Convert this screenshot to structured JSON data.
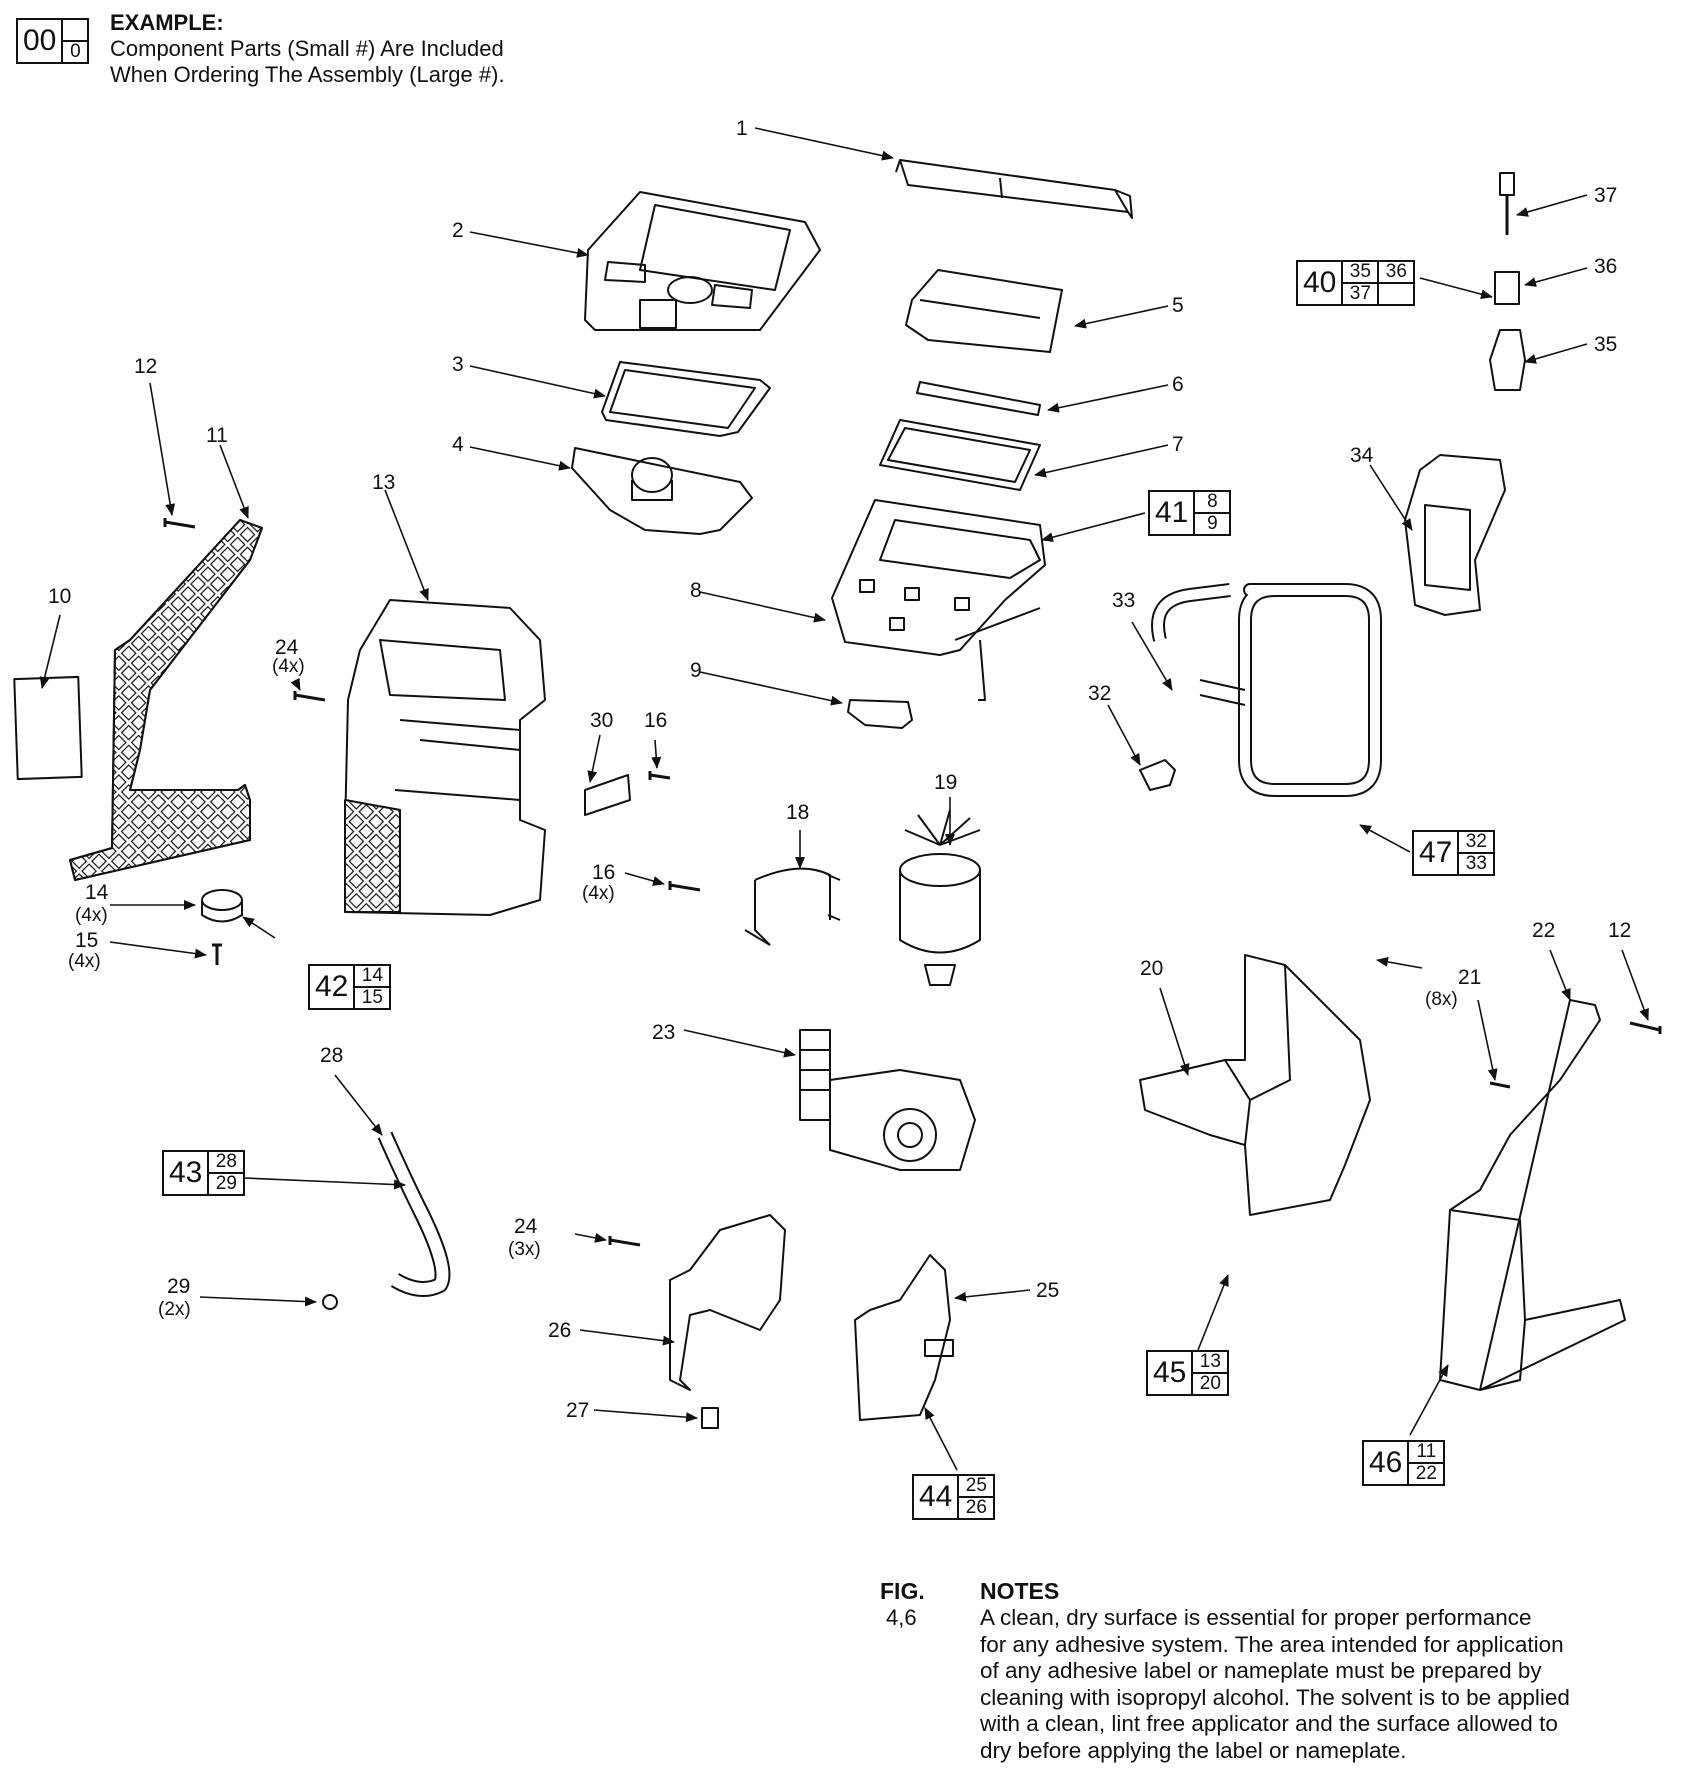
{
  "legend": {
    "big": "00",
    "small": "0",
    "title": "EXAMPLE:",
    "line1": "Component Parts (Small #) Are Included",
    "line2": "When Ordering The Assembly (Large #)."
  },
  "labels": [
    "1",
    "2",
    "3",
    "4",
    "5",
    "6",
    "7",
    "8",
    "9",
    "10",
    "11",
    "12",
    "13",
    "14",
    "15",
    "16",
    "16",
    "18",
    "19",
    "20",
    "21",
    "22",
    "23",
    "24",
    "24",
    "25",
    "26",
    "27",
    "28",
    "29",
    "30",
    "32",
    "33",
    "34",
    "35",
    "36",
    "37",
    "12"
  ],
  "quantities": [
    "(4x)",
    "(4x)",
    "(4x)",
    "(4x)",
    "(3x)",
    "(8x)",
    "(2x)"
  ],
  "assemblies": [
    {
      "number": "40",
      "cols": [
        [
          "35",
          "37"
        ],
        [
          "36",
          ""
        ]
      ]
    },
    {
      "number": "41",
      "cols": [
        [
          "8",
          "9"
        ]
      ]
    },
    {
      "number": "42",
      "cols": [
        [
          "14",
          "15"
        ]
      ]
    },
    {
      "number": "43",
      "cols": [
        [
          "28",
          "29"
        ]
      ]
    },
    {
      "number": "44",
      "cols": [
        [
          "25",
          "26"
        ]
      ]
    },
    {
      "number": "45",
      "cols": [
        [
          "13",
          "20"
        ]
      ]
    },
    {
      "number": "46",
      "cols": [
        [
          "11",
          "22"
        ]
      ]
    },
    {
      "number": "47",
      "cols": [
        [
          "32",
          "33"
        ]
      ]
    }
  ],
  "notes": {
    "fig_label": "FIG.",
    "fig_value": "4,6",
    "title": "NOTES",
    "lines": [
      "A clean, dry surface is essential for proper performance",
      "for any adhesive system. The area intended for application",
      "of any adhesive label or nameplate must be prepared by",
      "cleaning with isopropyl alcohol. The solvent is to be applied",
      "with a clean, lint free applicator and the surface allowed to",
      "dry before applying the label or nameplate."
    ]
  },
  "colors": {
    "ink": "#111111",
    "paper": "#ffffff"
  }
}
